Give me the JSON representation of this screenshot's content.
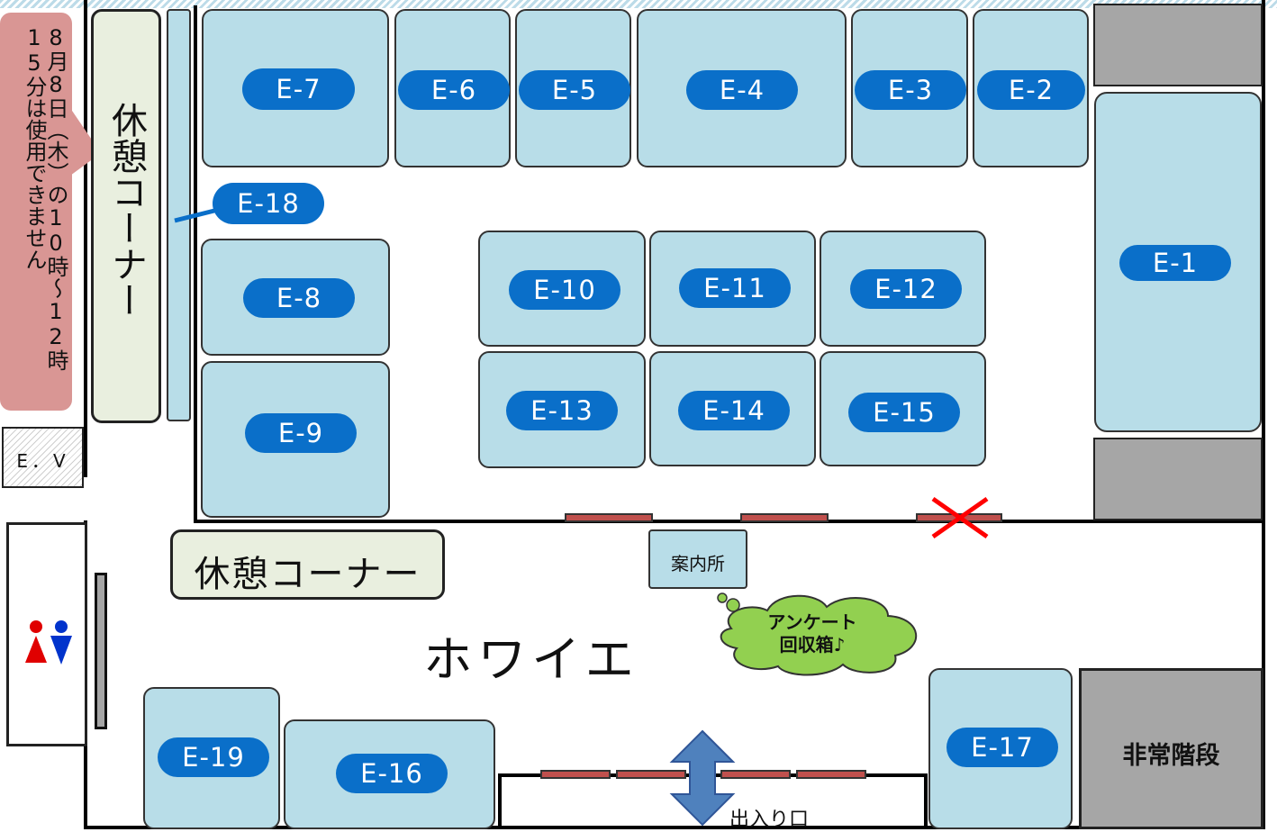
{
  "booths": {
    "e7": "E-7",
    "e6": "E-6",
    "e5": "E-5",
    "e4": "E-4",
    "e3": "E-3",
    "e2": "E-2",
    "e1": "E-1",
    "e18": "E-18",
    "e8": "E-8",
    "e9": "E-9",
    "e10": "E-10",
    "e11": "E-11",
    "e12": "E-12",
    "e13": "E-13",
    "e14": "E-14",
    "e15": "E-15",
    "e16": "E-16",
    "e17": "E-17",
    "e19": "E-19"
  },
  "notice": "8月8日（木）の10時～12時15分は使用できません",
  "rest_corner_vertical": "休憩コーナー",
  "rest_corner_horizontal": "休憩コーナー",
  "elevator": "E．V",
  "info_desk": "案内所",
  "survey_box": "アンケート\n回収箱♪",
  "foyer": "ホワイエ",
  "emergency_stairs": "非常階段",
  "entrance": "出入り口",
  "colors": {
    "booth_fill": "#b8dde8",
    "label_fill": "#0a6fc9",
    "notice_fill": "#d99694",
    "rest_fill": "#e9efdf",
    "door_red": "#c0504d",
    "survey_green": "#92d050",
    "arrow_blue": "#4f81bd",
    "stairs_gray": "#a6a6a6"
  }
}
